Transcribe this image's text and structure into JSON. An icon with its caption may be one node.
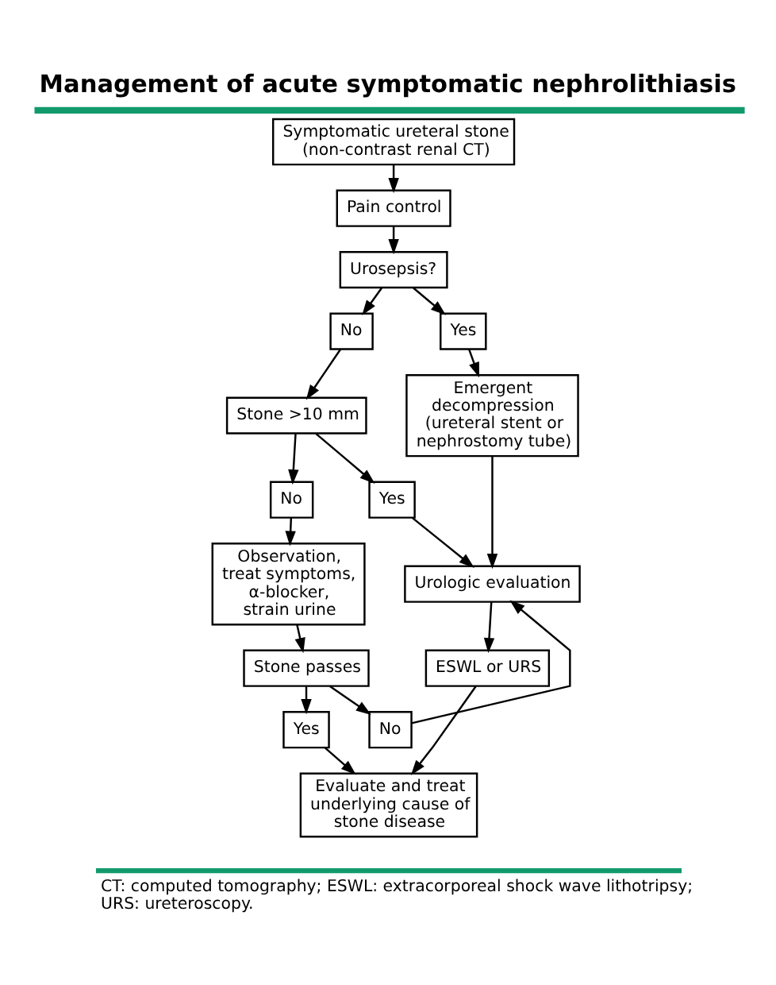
{
  "diagram": {
    "title": "Management of acute symptomatic nephrolithiasis",
    "caption": "CT: computed tomography; ESWL: extracorporeal shock wave lithotripsy; URS: ureteroscopy.",
    "nodes": [
      {
        "text": [
          "Symptomatic ureteral stone (non-contrast renal CT)"
        ]
      },
      {
        "text": [
          "Pain control"
        ]
      },
      {
        "text": [
          "Urosepsis?"
        ]
      },
      {
        "text": [
          "No"
        ]
      },
      {
        "text": [
          "Yes"
        ]
      },
      {
        "text": [
          "Stone >10 mm"
        ]
      },
      {
        "text": [
          "Emergent decompression (ureteral stent or nephrostomy tube)"
        ]
      },
      {
        "text": [
          "No"
        ]
      },
      {
        "text": [
          "Yes"
        ]
      },
      {
        "text": [
          "Urologic evaluation"
        ]
      },
      {
        "text": [
          "Observation, treat symptoms, α-blocker, strain urine"
        ]
      },
      {
        "text": [
          "ESWL or URS"
        ]
      },
      {
        "text": [
          "Stone passes"
        ]
      },
      {
        "text": [
          "Yes"
        ]
      },
      {
        "text": [
          "No"
        ]
      },
      {
        "text": [
          "Evaluate and treat underlying cause of stone disease"
        ]
      }
    ],
    "edges": [
      {
        "from": 0,
        "to": 1,
        "arrow": "to"
      },
      {
        "from": 1,
        "to": 2,
        "arrow": "to"
      },
      {
        "from": 2,
        "to": 3,
        "arrow": "to"
      },
      {
        "from": 2,
        "to": 4,
        "arrow": "to"
      },
      {
        "from": 3,
        "to": 5,
        "arrow": "to"
      },
      {
        "from": 4,
        "to": 6,
        "arrow": "to"
      },
      {
        "from": 5,
        "to": 7,
        "arrow": "to"
      },
      {
        "from": 5,
        "to": 8,
        "arrow": "to"
      },
      {
        "from": 6,
        "to": 9,
        "arrow": "to"
      },
      {
        "from": 8,
        "to": 9,
        "arrow": "to"
      },
      {
        "from": 7,
        "to": 10,
        "arrow": "to"
      },
      {
        "from": 9,
        "to": 11,
        "arrow": "to"
      },
      {
        "from": 10,
        "to": 12,
        "arrow": "to"
      },
      {
        "from": 12,
        "to": 13,
        "arrow": "to"
      },
      {
        "from": 12,
        "to": 14,
        "arrow": "to"
      },
      {
        "from": 14,
        "to": 9,
        "arrow": "to"
      },
      {
        "from": 13,
        "to": 15,
        "arrow": "to"
      },
      {
        "from": 11,
        "to": 15,
        "arrow": "to"
      }
    ]
  }
}
